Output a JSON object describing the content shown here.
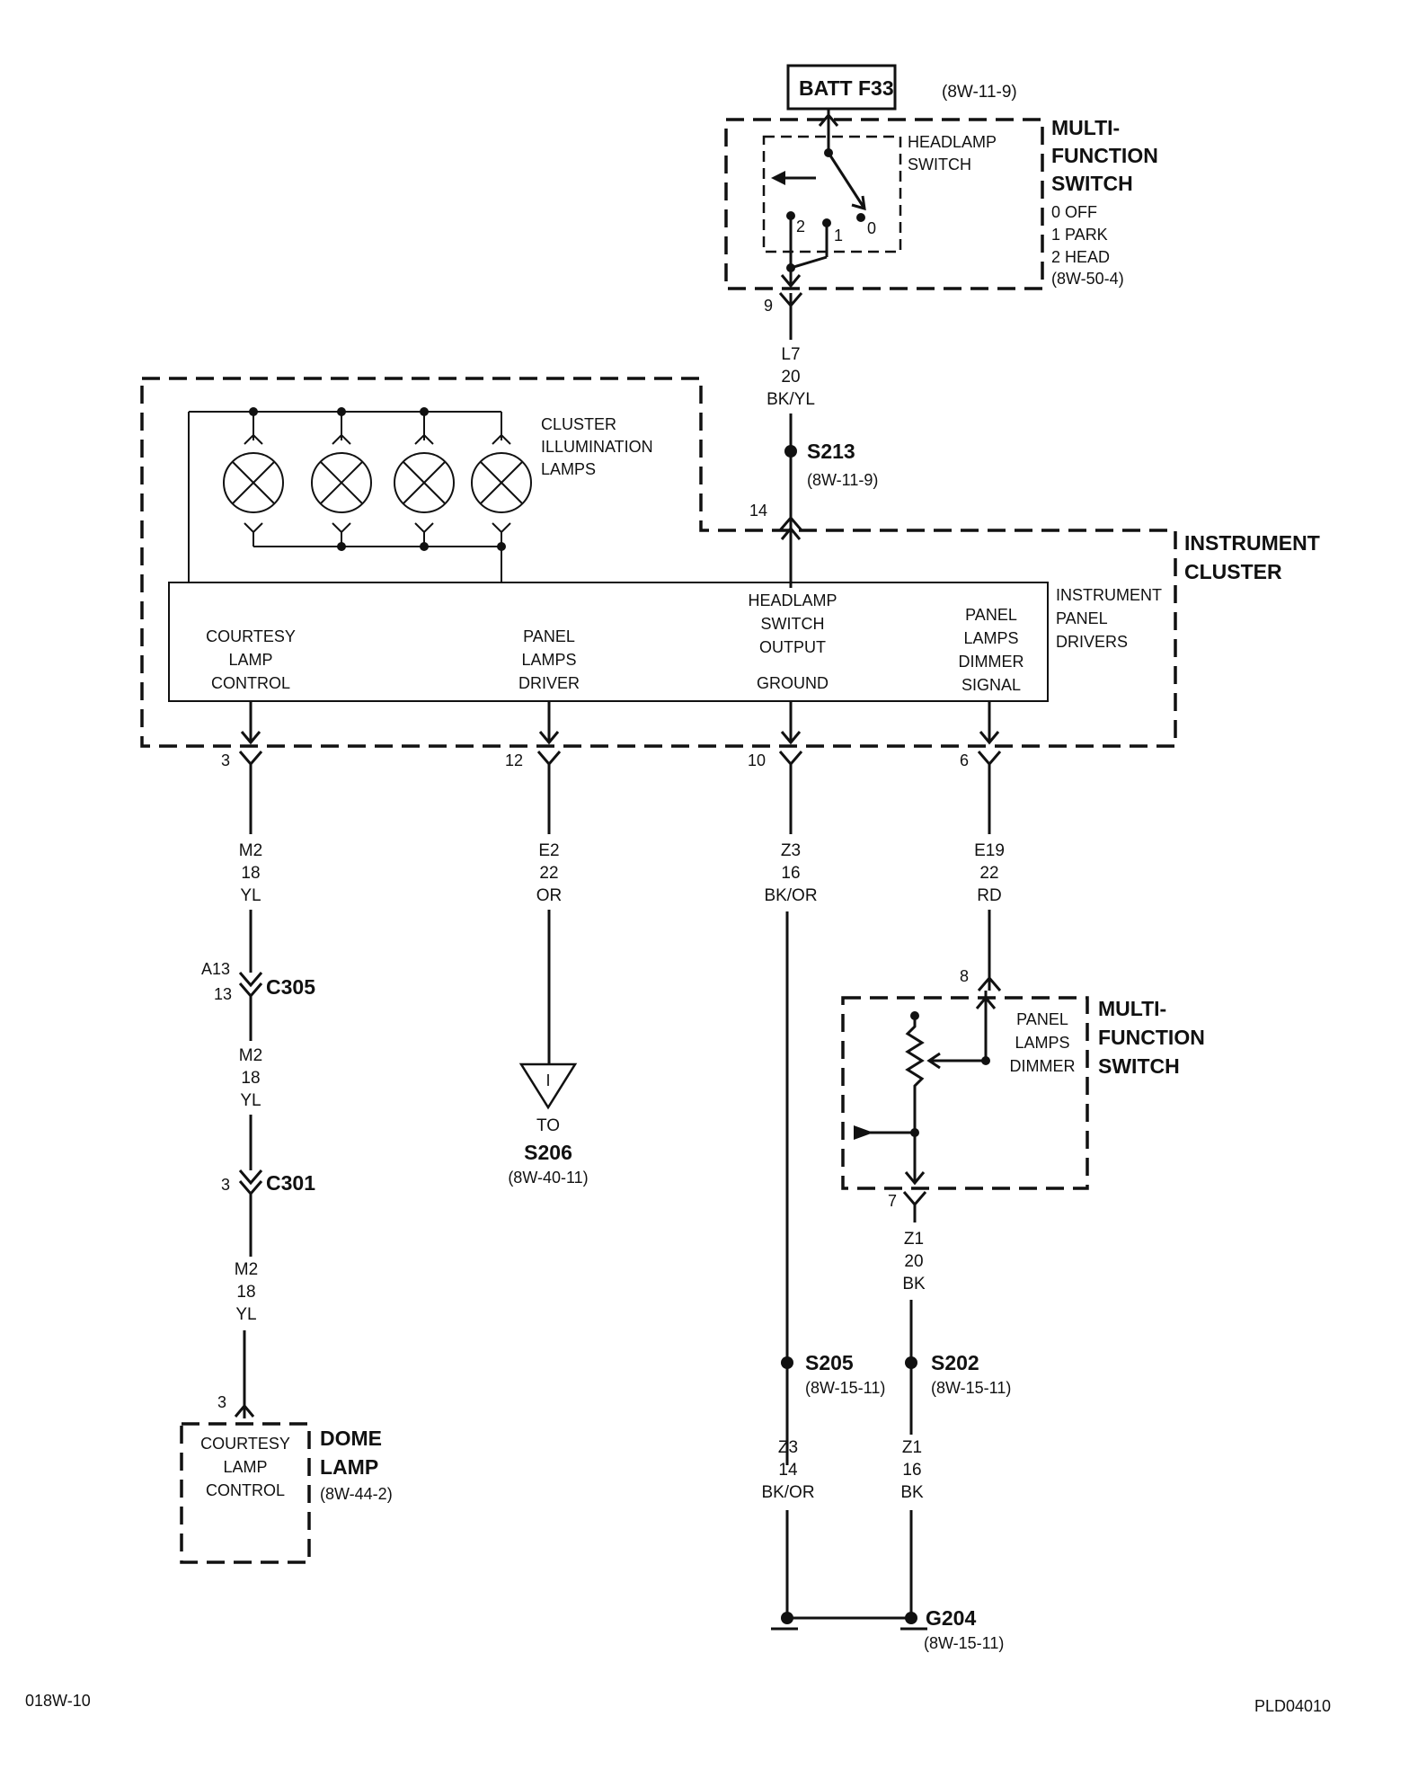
{
  "battery": {
    "label": "BATT F33",
    "ref": "(8W-11-9)"
  },
  "mfs_top": {
    "title1": "MULTI-",
    "title2": "FUNCTION",
    "title3": "SWITCH",
    "pos0": "0 OFF",
    "pos1": "1 PARK",
    "pos2": "2 HEAD",
    "ref": "(8W-50-4)",
    "switch_label1": "HEADLAMP",
    "switch_label2": "SWITCH",
    "contact2": "2",
    "contact1": "1",
    "contact0": "0"
  },
  "pin_9": "9",
  "wire_l7": {
    "circuit": "L7",
    "gauge": "20",
    "color": "BK/YL"
  },
  "splice_s213": {
    "label": "S213",
    "ref": "(8W-11-9)"
  },
  "pin_14": "14",
  "cluster": {
    "title1": "INSTRUMENT",
    "title2": "CLUSTER",
    "lamps1": "CLUSTER",
    "lamps2": "ILLUMINATION",
    "lamps3": "LAMPS",
    "drivers1": "INSTRUMENT",
    "drivers2": "PANEL",
    "drivers3": "DRIVERS",
    "courtesy1": "COURTESY",
    "courtesy2": "LAMP",
    "courtesy3": "CONTROL",
    "panel1": "PANEL",
    "panel2": "LAMPS",
    "panel3": "DRIVER",
    "hs1": "HEADLAMP",
    "hs2": "SWITCH",
    "hs3": "OUTPUT",
    "hs4": "GROUND",
    "dim1": "PANEL",
    "dim2": "LAMPS",
    "dim3": "DIMMER",
    "dim4": "SIGNAL"
  },
  "pins_bottom": {
    "p3": "3",
    "p12": "12",
    "p10": "10",
    "p6": "6"
  },
  "wire_m2_a": {
    "circuit": "M2",
    "gauge": "18",
    "color": "YL"
  },
  "wire_e2": {
    "circuit": "E2",
    "gauge": "22",
    "color": "OR"
  },
  "wire_z3_a": {
    "circuit": "Z3",
    "gauge": "16",
    "color": "BK/OR"
  },
  "wire_e19": {
    "circuit": "E19",
    "gauge": "22",
    "color": "RD"
  },
  "conn_c305": {
    "label": "C305",
    "pin_a": "A13",
    "pin_b": "13"
  },
  "wire_m2_b": {
    "circuit": "M2",
    "gauge": "18",
    "color": "YL"
  },
  "conn_c301": {
    "label": "C301",
    "pin": "3"
  },
  "wire_m2_c": {
    "circuit": "M2",
    "gauge": "18",
    "color": "YL"
  },
  "to_s206": {
    "marker": "I",
    "to": "TO",
    "label": "S206",
    "ref": "(8W-40-11)"
  },
  "pin_8": "8",
  "mfs_bottom": {
    "title1": "MULTI-",
    "title2": "FUNCTION",
    "title3": "SWITCH",
    "dimmer1": "PANEL",
    "dimmer2": "LAMPS",
    "dimmer3": "DIMMER"
  },
  "pin_7": "7",
  "wire_z1_a": {
    "circuit": "Z1",
    "gauge": "20",
    "color": "BK"
  },
  "dome": {
    "pin": "3",
    "inner1": "COURTESY",
    "inner2": "LAMP",
    "inner3": "CONTROL",
    "title1": "DOME",
    "title2": "LAMP",
    "ref": "(8W-44-2)"
  },
  "splice_s205": {
    "label": "S205",
    "ref": "(8W-15-11)"
  },
  "splice_s202": {
    "label": "S202",
    "ref": "(8W-15-11)"
  },
  "wire_z3_b": {
    "circuit": "Z3",
    "gauge": "14",
    "color": "BK/OR"
  },
  "wire_z1_b": {
    "circuit": "Z1",
    "gauge": "16",
    "color": "BK"
  },
  "ground_g204": {
    "label": "G204",
    "ref": "(8W-15-11)"
  },
  "footer": {
    "left": "018W-10",
    "right": "PLD04010"
  }
}
